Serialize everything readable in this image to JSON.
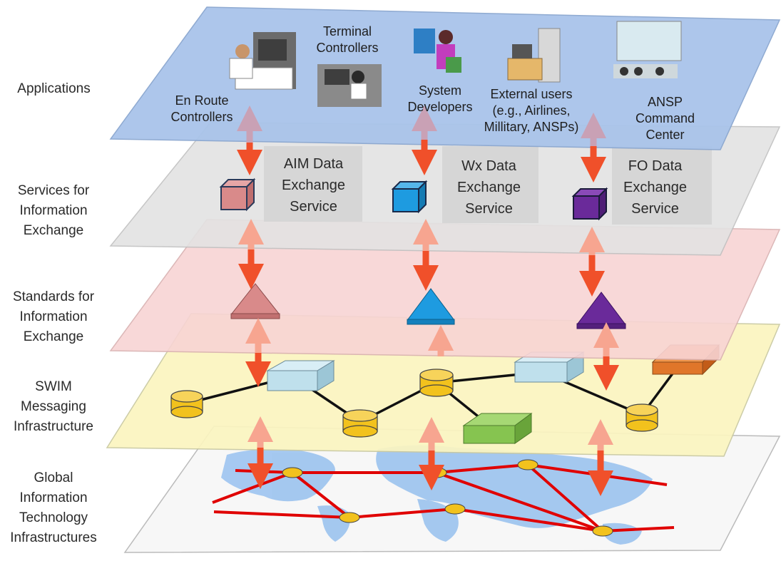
{
  "layers": [
    {
      "label": "Applications"
    },
    {
      "label": "Services for\nInformation\nExchange"
    },
    {
      "label": "Standards for\nInformation\nExchange"
    },
    {
      "label": "SWIM\nMessaging\nInfrastructure"
    },
    {
      "label": "Global\nInformation\nTechnology\nInfrastructures"
    }
  ],
  "users": [
    {
      "label": "En Route\nControllers"
    },
    {
      "label": "Terminal\nControllers"
    },
    {
      "label": "System\nDevelopers"
    },
    {
      "label": "External users\n(e.g., Airlines,\nMillitary, ANSPs)"
    },
    {
      "label": "ANSP\nCommand\nCenter"
    }
  ],
  "services": [
    {
      "label": "AIM Data\nExchange\nService",
      "color": "#d98a8a"
    },
    {
      "label": "Wx Data\nExchange\nService",
      "color": "#1e9be0"
    },
    {
      "label": "FO Data\nExchange\nService",
      "color": "#6a2a9a"
    }
  ],
  "colors": {
    "applications_plane": "#a9c4ea",
    "services_plane": "#e3e3e3",
    "standards_plane": "#f8d4d4",
    "swim_plane": "#fbf5c0",
    "global_plane": "#f7f7f7",
    "arrow": "#f0502a",
    "network_link": "#e00000",
    "node": "#f2c21d"
  }
}
